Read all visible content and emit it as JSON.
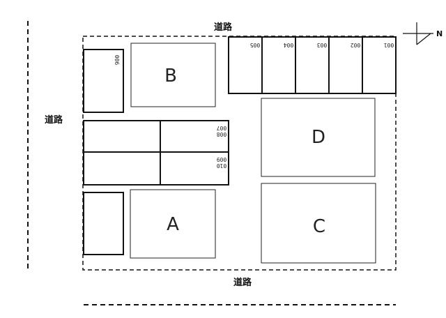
{
  "roads": {
    "top": "道路",
    "left": "道路",
    "bottom": "道路"
  },
  "north_arrow": {
    "label": "N"
  },
  "buildings": {
    "a": "A",
    "b": "B",
    "c": "C",
    "d": "D"
  },
  "parking_spaces": {
    "s001": "001",
    "s002": "002",
    "s003": "003",
    "s004": "004",
    "s005": "005",
    "s006": "006",
    "s007": "007",
    "s008": "008",
    "s009": "009",
    "s010": "010"
  }
}
